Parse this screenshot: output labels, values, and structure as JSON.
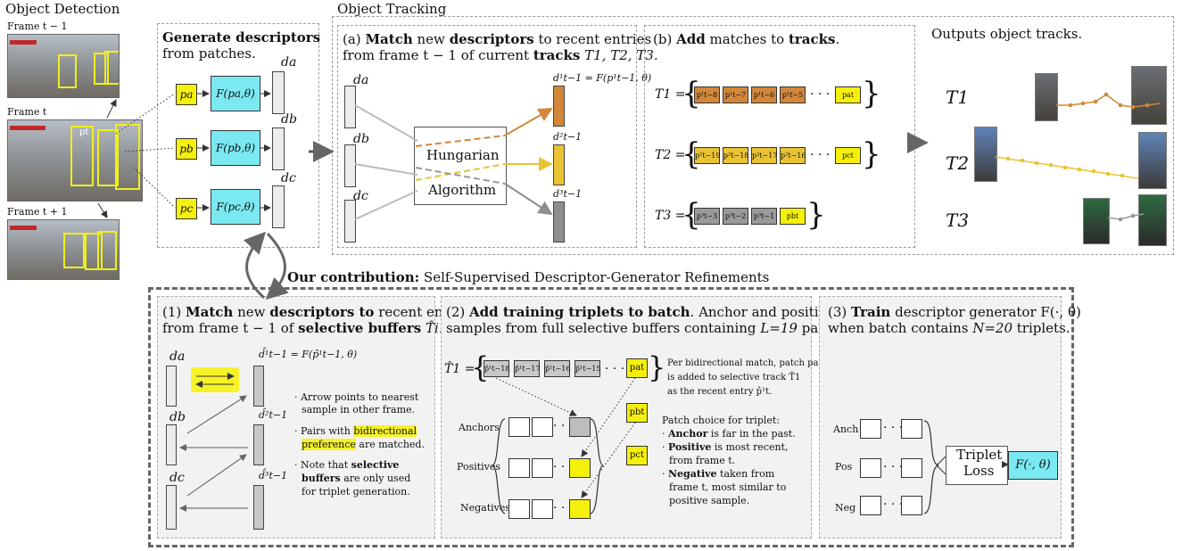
{
  "left": {
    "title": "Object Detection",
    "frame_prev": "Frame  t − 1",
    "frame_cur": "Frame  t",
    "frame_next": "Frame  t + 1"
  },
  "gen": {
    "title_bold": "Generate descriptors",
    "title_rest": "from patches.",
    "patches": [
      "pa",
      "pb",
      "pc"
    ],
    "fn": [
      "F(pa,θ)",
      "F(pb,θ)",
      "F(pc,θ)"
    ],
    "desc_labels": [
      "da",
      "db",
      "dc"
    ]
  },
  "tracking": {
    "title": "Object Tracking",
    "a_prefix": "(a)",
    "a_bold1": "Match",
    "a_mid": "new",
    "a_bold2": "descriptors",
    "a_rest": "to recent entries",
    "a_line2_pre": "from frame  t − 1 of current",
    "a_line2_bold": "tracks",
    "a_line2_post": "T1, T2, T3.",
    "d_left": [
      "da",
      "db",
      "dc"
    ],
    "d_right_top": "d¹t−1 = F(p¹t−1, θ)",
    "d_right": [
      "d²t−1",
      "d³t−1"
    ],
    "hungarian_1": "Hungarian",
    "hungarian_2": "Algorithm",
    "b_prefix": "(b)",
    "b_bold1": "Add",
    "b_mid": "matches to",
    "b_bold2": "tracks",
    "track_names": [
      "T1 =",
      "T2 =",
      "T3 ="
    ],
    "track1": [
      "p¹t−8",
      "p¹t−7",
      "p¹t−6",
      "p¹t−5",
      "pat"
    ],
    "track2": [
      "p²t−19",
      "p²t−18",
      "p²t−17",
      "p²t−16",
      "pct"
    ],
    "track3": [
      "p³t−3",
      "p³t−2",
      "p³t−1",
      "pbt"
    ],
    "ellipsis": "· · ·",
    "out_title": "Outputs object tracks.",
    "out_labels": [
      "T1",
      "T2",
      "T3"
    ]
  },
  "contrib": {
    "bold": "Our contribution:",
    "rest": "Self-Supervised Descriptor-Generator Refinements",
    "p1": {
      "l1_pre": "(1)",
      "l1_b1": "Match",
      "l1_mid": "new",
      "l1_b2": "descriptors to",
      "l1_post": "recent entries",
      "l2_pre": "from frame  t − 1 of",
      "l2_b": "selective buffers",
      "l2_post": "T̂i.",
      "d_left": [
        "da",
        "db",
        "dc"
      ],
      "d_right_top": "d̂¹t−1 = F(p̂¹t−1, θ)",
      "d_right": [
        "d̂²t−1",
        "d̂³t−1"
      ],
      "b1a": "· Arrow points to nearest",
      "b1b": "sample in other frame.",
      "b2a": "· Pairs with",
      "b2hl": "bidirectional",
      "b2b_hl": "preference",
      "b2b": "are matched.",
      "b3a": "· Note that",
      "b3b": "selective",
      "b3c": "buffers",
      "b3d": "are only used",
      "b3e": "for triplet generation."
    },
    "p2": {
      "l1_pre": "(2)",
      "l1_b": "Add training triplets to batch",
      "l1_post": ". Anchor and positive",
      "l2_pre": "samples from full selective buffers containing",
      "l2_i": "L=19",
      "l2_post": "patches.",
      "buffer_name": "T̂1 =",
      "buffer": [
        "p̂¹t−18",
        "p̂¹t−17",
        "p̂¹t−16",
        "p̂¹t−15"
      ],
      "buffer_last": "pat",
      "note1": "Per bidirectional match, patch pat",
      "note2": "is added to selective track T̂1",
      "note3": "as the recent entry p̂¹t.",
      "rows": [
        "Anchors",
        "Positives",
        "Negatives"
      ],
      "pb": "pbt",
      "pc": "pct",
      "c0": "Patch choice for triplet:",
      "c1_b": "Anchor",
      "c1": "is far in the past.",
      "c2_b": "Positive",
      "c2": "is most recent,",
      "c2b": "from frame t.",
      "c3_b": "Negative",
      "c3": "taken from",
      "c3b": "frame t, most similar to",
      "c3c": "positive sample."
    },
    "p3": {
      "l1_pre": "(3)",
      "l1_b": "Train",
      "l1_post": "descriptor generator F(·, θ)",
      "l2_pre": "when batch contains",
      "l2_i": "N=20",
      "l2_post": "triplets.",
      "rows": [
        "Anch",
        "Pos",
        "Neg"
      ],
      "loss1": "Triplet",
      "loss2": "Loss",
      "out": "F(·, θ)"
    }
  },
  "colors": {
    "yellow": "#f5f00b",
    "cyan": "#7be9f1",
    "track1": "#d2873a",
    "track2": "#e9c334",
    "track3": "#8e8e8e"
  }
}
